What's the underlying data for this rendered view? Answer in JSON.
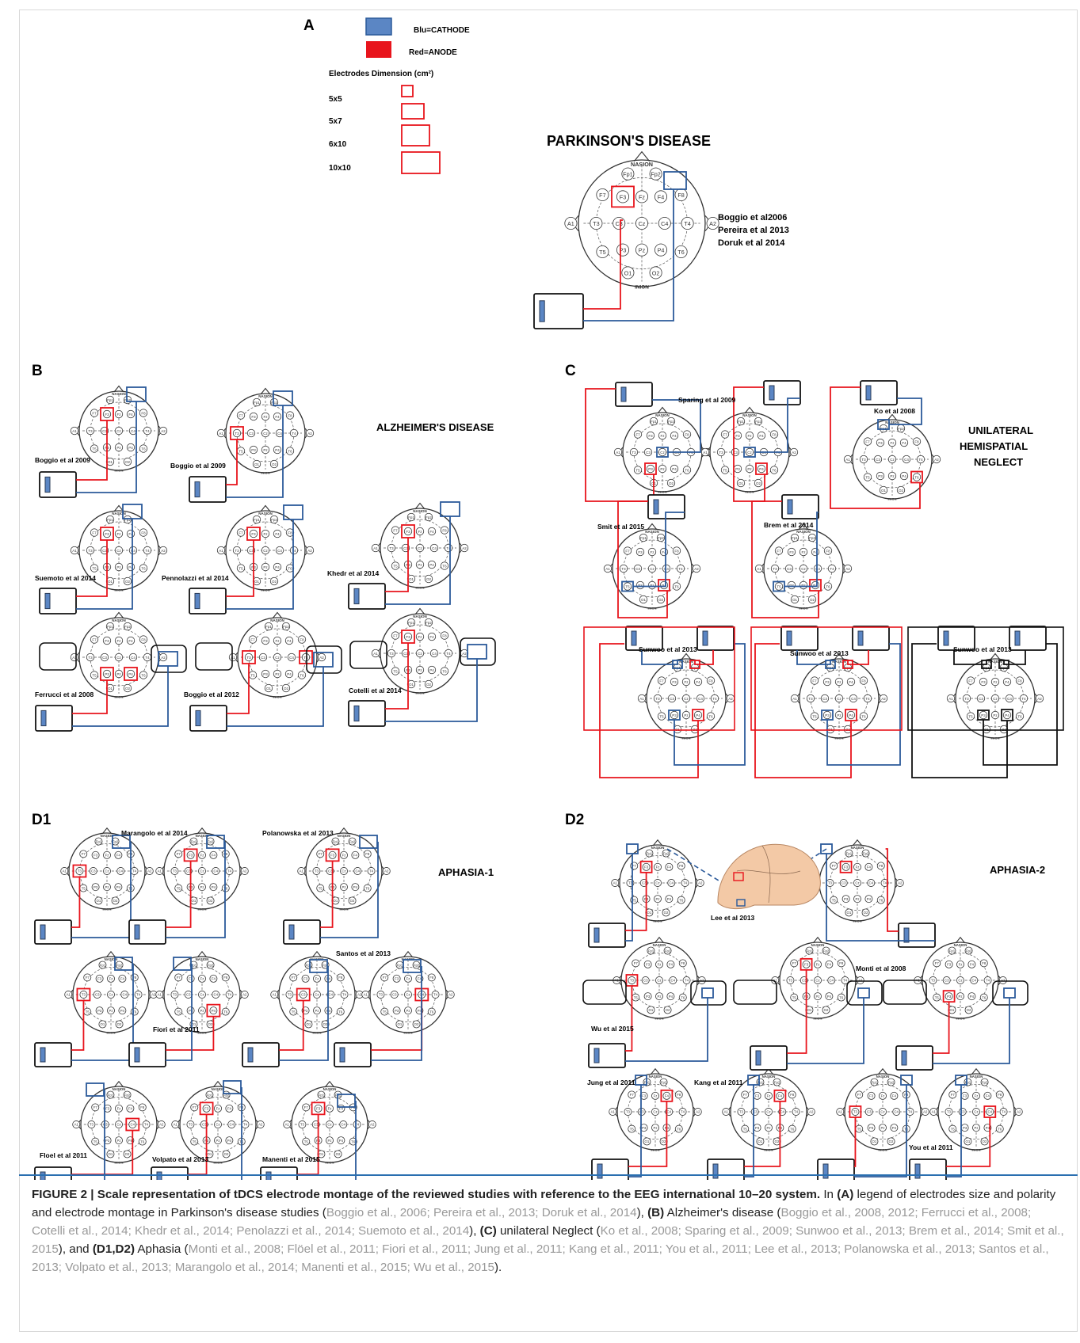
{
  "panels": {
    "A": {
      "letter": "A",
      "legend": {
        "cathode": "Blu=CATHODE",
        "anode": "Red=ANODE",
        "dim_title": "Electrodes Dimension (cm²)",
        "sizes": [
          "5x5",
          "5x7",
          "6x10",
          "10x10"
        ]
      },
      "title": "PARKINSON'S DISEASE",
      "refs": [
        "Boggio et al2006",
        "Pereira et al 2013",
        "Doruk et al 2014"
      ]
    },
    "B": {
      "letter": "B",
      "title": "ALZHEIMER'S DISEASE",
      "labels": [
        "Boggio  et al 2009",
        "Boggio  et al 2009",
        "Suemoto et al  2014",
        "Pennolazzi  et al 2014",
        "Khedr et al 2014",
        "Ferrucci et al 2008",
        "Boggio et al 2012",
        "Cotelli et al 2014"
      ]
    },
    "C": {
      "letter": "C",
      "title_lines": [
        "UNILATERAL",
        "HEMISPATIAL",
        "NEGLECT"
      ],
      "labels": [
        "Sparing et al  2009",
        "Ko et al 2008",
        "Smit et al 2015",
        "Brem et al 2014",
        "Sunwoo et al 2013",
        "Sunwoo et al 2013",
        "Sunwoo et al 2013"
      ]
    },
    "D1": {
      "letter": "D1",
      "title": "APHASIA-1",
      "labels": [
        "Marangolo et al 2014",
        "Polanowska et al 2013",
        "Santos et al 2013",
        "Fiori  et al 2011",
        "Floel et al 2011",
        "Volpato et al 2013",
        "Manenti  et al 2015"
      ]
    },
    "D2": {
      "letter": "D2",
      "title": "APHASIA-2",
      "labels": [
        "Lee et al  2013",
        "Monti et al 2008",
        "Wu et al 2015",
        "Jung et al 2011",
        "Kang et al 2011",
        "You et al 2011"
      ]
    }
  },
  "head_labels": {
    "top": "NASION",
    "bottom": "INION"
  },
  "colors": {
    "anode": "#e8141c",
    "cathode": "#2b5a9a",
    "cathode_fill": "#5b86c4",
    "reference": "#111111"
  },
  "caption": {
    "lead": "FIGURE 2 | Scale representation of tDCS electrode montage of the reviewed studies with reference to the EEG international 10–20 system.",
    "t1": " In ",
    "a": "(A)",
    "t2": " legend of electrodes size and polarity and electrode montage in Parkinson's disease studies (",
    "r1": "Boggio et al., 2006; Pereira et al., 2013; Doruk et al., 2014",
    "t3": "), ",
    "b": "(B)",
    "t4": " Alzheimer's disease (",
    "r2": "Boggio et al., 2008, 2012; Ferrucci et al., 2008; Cotelli et al., 2014; Khedr et al., 2014; Penolazzi et al., 2014; Suemoto et al., 2014",
    "t5": "), ",
    "c": "(C)",
    "t6": " unilateral Neglect (",
    "r3": "Ko et al., 2008; Sparing et al., 2009; Sunwoo et al., 2013; Brem et al., 2014; Smit et al., 2015",
    "t7": "), and ",
    "d": "(D1,D2)",
    "t8": " Aphasia (",
    "r4": "Monti et al., 2008; Flöel et al., 2011; Fiori et al., 2011; Jung et al., 2011; Kang et al., 2011; You et al., 2011; Lee et al., 2013; Polanowska et al., 2013; Santos et al., 2013; Volpato et al., 2013; Marangolo et al., 2014; Manenti et al., 2015; Wu et al., 2015",
    "t9": ")."
  }
}
